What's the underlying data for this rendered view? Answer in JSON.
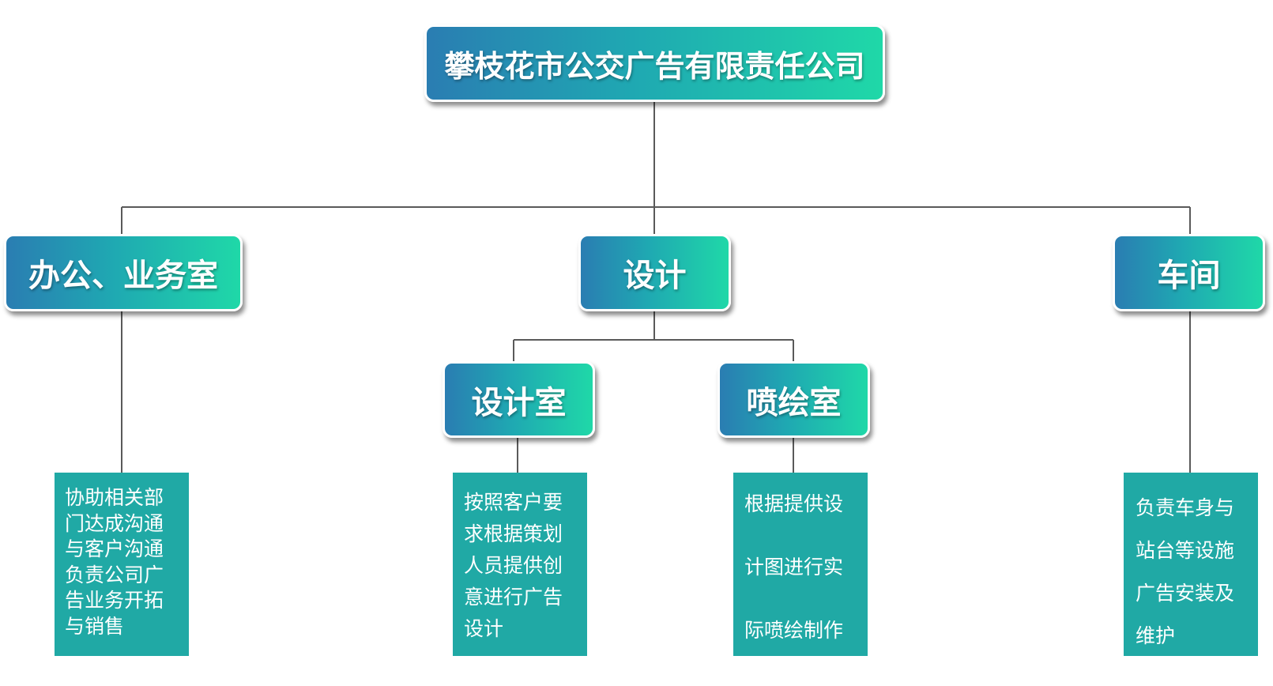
{
  "root": {
    "label": "攀枝花市公交广告有限责任公司"
  },
  "departments": [
    {
      "label": "办公、业务室"
    },
    {
      "label": "设计"
    },
    {
      "label": "车间"
    }
  ],
  "sub_departments": [
    {
      "label": "设计室"
    },
    {
      "label": "喷绘室"
    }
  ],
  "descriptions": [
    {
      "lines": [
        "协助相关部",
        "门达成沟通",
        "与客户沟通",
        "负责公司广",
        "告业务开拓",
        "与销售"
      ]
    },
    {
      "lines": [
        "按照客户要",
        "求根据策划",
        "人员提供创",
        "意进行广告",
        "设计"
      ]
    },
    {
      "lines": [
        "根据提供设",
        "计图进行实",
        "际喷绘制作"
      ]
    },
    {
      "lines": [
        "负责车身与",
        "站台等设施",
        "广告安装及",
        "维护"
      ]
    }
  ],
  "colors": {
    "node_gradient": [
      "#2a7db2",
      "#1fa8b2",
      "#1fd8a8"
    ],
    "desc_fill": "#20a9a5",
    "connector": "#555555"
  }
}
